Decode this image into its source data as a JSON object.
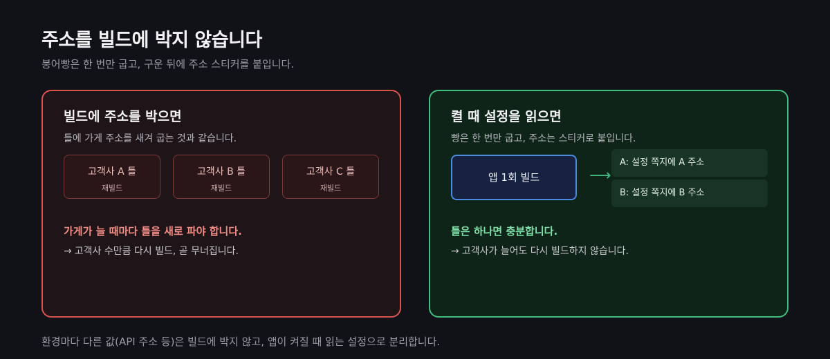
{
  "header": {
    "title": "주소를 빌드에 박지 않습니다",
    "subtitle": "붕어빵은 한 번만 굽고, 구운 뒤에 주소 스티커를 붙입니다."
  },
  "bad_panel": {
    "title": "빌드에 주소를 박으면",
    "description": "틀에 가게 주소를 새겨 굽는 것과 같습니다.",
    "molds": [
      {
        "name": "고객사 A 틀",
        "sub": "재빌드"
      },
      {
        "name": "고객사 B 틀",
        "sub": "재빌드"
      },
      {
        "name": "고객사 C 틀",
        "sub": "재빌드"
      }
    ],
    "conclusion": "가게가 늘 때마다 틀을 새로 파야 합니다.",
    "arrow": "→",
    "note": "고객사 수만큼 다시 빌드, 곧 무너집니다."
  },
  "good_panel": {
    "title": "켤 때 설정을 읽으면",
    "description": "빵은 한 번만 굽고, 주소는 스티커로 붙입니다.",
    "build_label": "앱 1회 빌드",
    "flow_arrow": "⟶",
    "stickers": [
      "A: 설정 쪽지에 A 주소",
      "B: 설정 쪽지에 B 주소"
    ],
    "conclusion": "틀은 하나면 충분합니다.",
    "arrow": "→",
    "note": "고객사가 늘어도 다시 빌드하지 않습니다."
  },
  "footer": {
    "text": "환경마다 다른 값(API 주소 등)은 빌드에 박지 않고, 앱이 켜질 때 읽는 설정으로 분리합니다."
  },
  "colors": {
    "bad_accent": "#d9534f",
    "good_accent": "#3fbf7f",
    "build_accent": "#4a8ae0"
  }
}
